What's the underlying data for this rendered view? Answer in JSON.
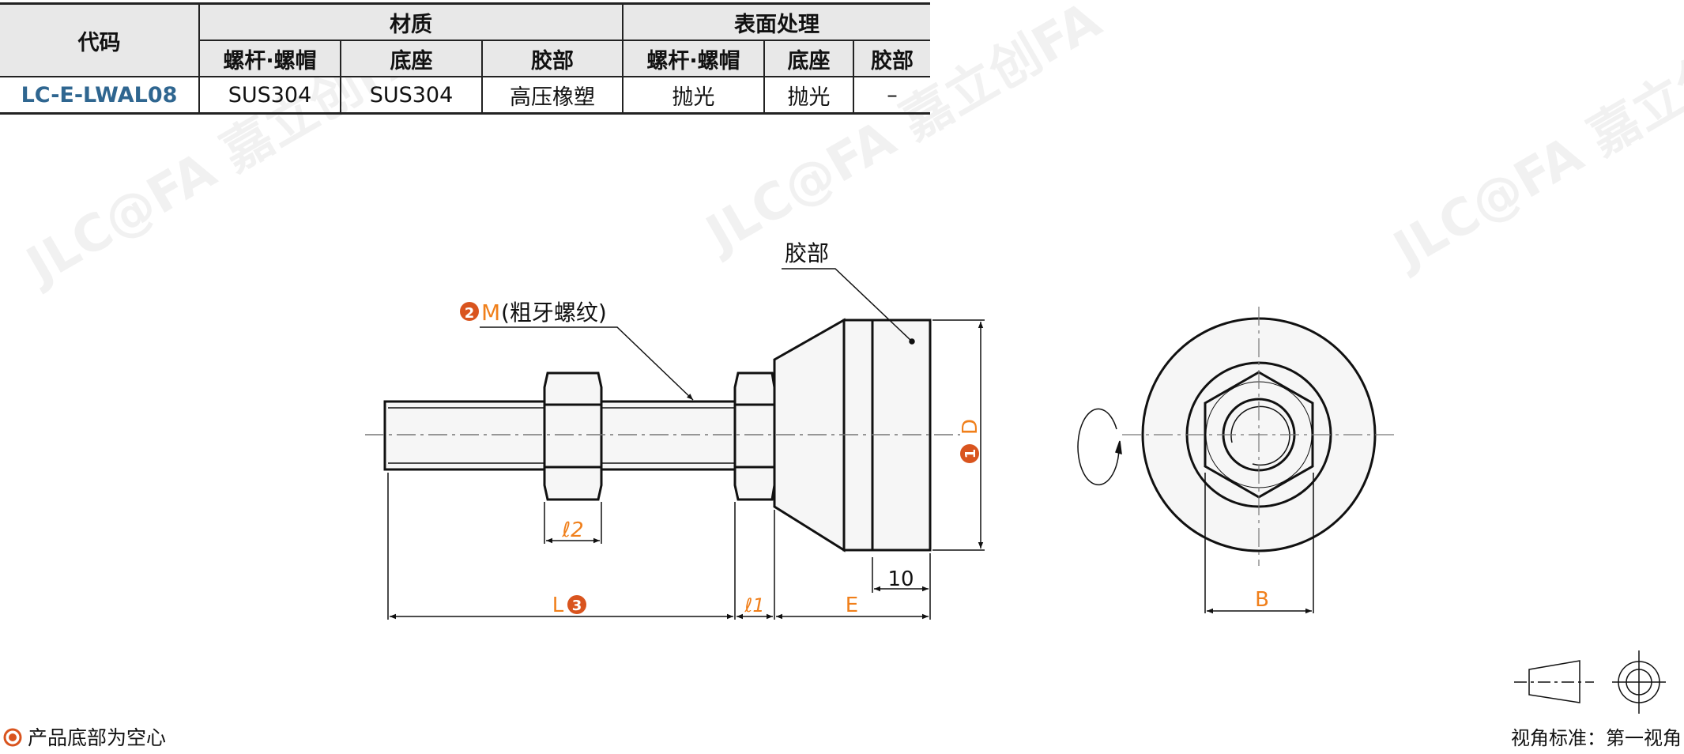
{
  "table": {
    "headers": {
      "code": "代码",
      "material": "材质",
      "surface": "表面处理",
      "sub": [
        "螺杆·螺帽",
        "底座",
        "胶部",
        "螺杆·螺帽",
        "底座",
        "胶部"
      ]
    },
    "rows": [
      {
        "code": "LC-E-LWAL08",
        "cells": [
          "SUS304",
          "SUS304",
          "高压橡塑",
          "抛光",
          "抛光",
          "–"
        ]
      }
    ]
  },
  "drawing": {
    "rubber_label": "胶部",
    "thread_num": "2",
    "thread_label_m": "M",
    "thread_label": "(粗牙螺纹)",
    "dim_D": "D",
    "dim_D_num": "1",
    "dim_l2": "ℓ2",
    "dim_L": "L",
    "dim_L_num": "3",
    "dim_l1": "ℓ1",
    "dim_E": "E",
    "dim_10": "10",
    "dim_B": "B"
  },
  "footer": {
    "note": "产品底部为空心",
    "view_standard": "视角标准：第一视角"
  },
  "watermark": "JLC@FA 嘉立创FA",
  "colors": {
    "accent": "#f07f1a",
    "badge": "#d9541e",
    "code": "#2f6690",
    "header_bg": "#e8e8e8",
    "part_fill": "#f6f6f6"
  }
}
